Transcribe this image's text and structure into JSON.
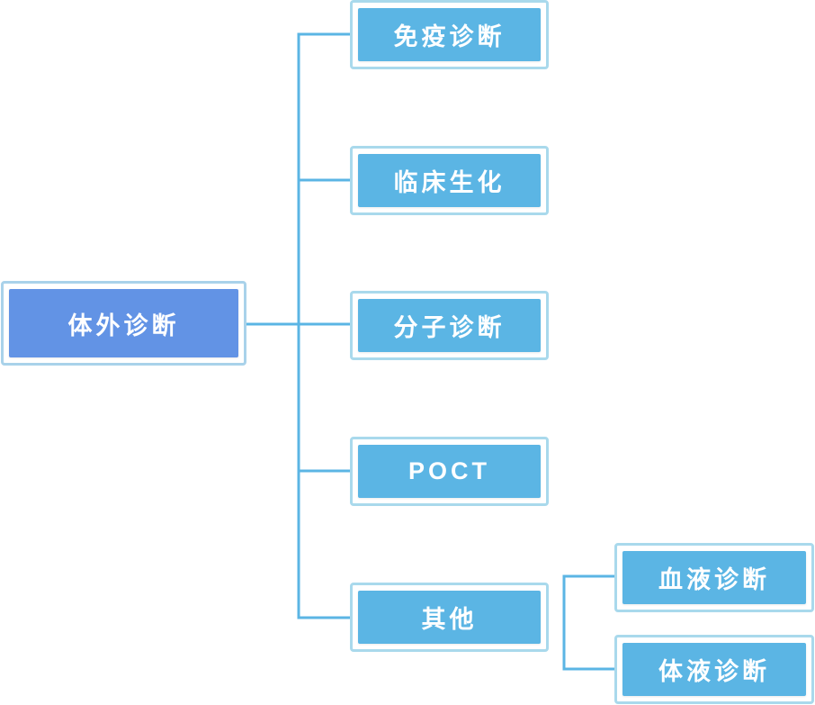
{
  "diagram": {
    "root": {
      "label": "体外诊断"
    },
    "level1": [
      {
        "label": "免疫诊断"
      },
      {
        "label": "临床生化"
      },
      {
        "label": "分子诊断"
      },
      {
        "label": "POCT"
      },
      {
        "label": "其他"
      }
    ],
    "level2": [
      {
        "label": "血液诊断"
      },
      {
        "label": "体液诊断"
      }
    ],
    "colors": {
      "root_fill": "#6293e5",
      "node_fill": "#5bb5e4",
      "node_border": "#a9d9ec",
      "connector": "#5bb5e4",
      "text": "#ffffff"
    }
  }
}
